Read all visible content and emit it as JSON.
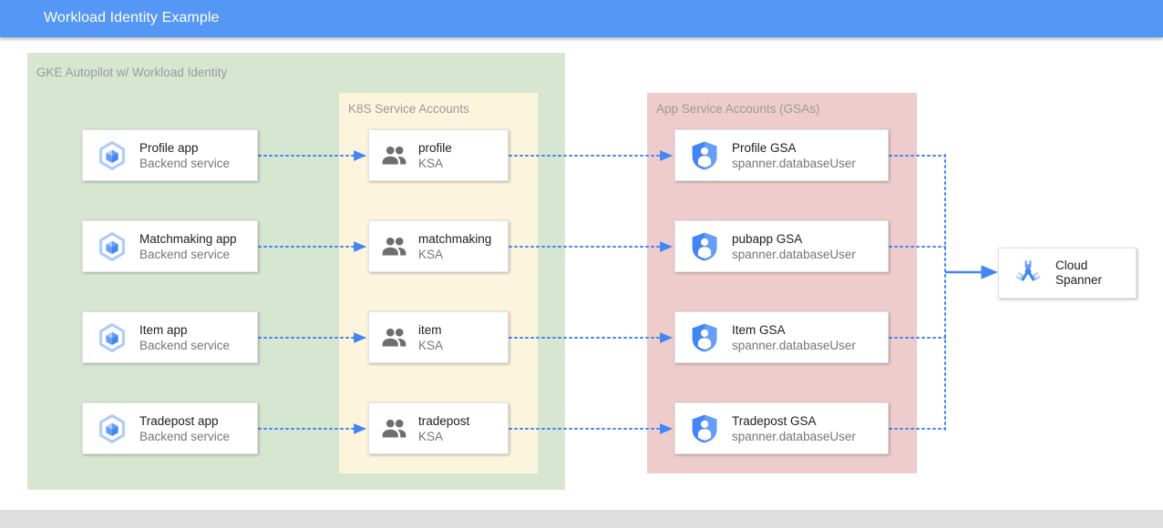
{
  "window": {
    "title": "Workload Identity Example",
    "titlebar_color": "#5597f4"
  },
  "zones": {
    "gke": {
      "label": "GKE Autopilot w/ Workload Identity",
      "color": "#d7e6d1"
    },
    "ksa": {
      "label": "K8S Service Accounts",
      "color": "#fcf4dd"
    },
    "gsa": {
      "label": "App Service Accounts (GSAs)",
      "color": "#eecccc"
    }
  },
  "apps": [
    {
      "title": "Profile app",
      "subtitle": "Backend service",
      "icon": "gke-container-icon"
    },
    {
      "title": "Matchmaking app",
      "subtitle": "Backend service",
      "icon": "gke-container-icon"
    },
    {
      "title": "Item app",
      "subtitle": "Backend service",
      "icon": "gke-container-icon"
    },
    {
      "title": "Tradepost app",
      "subtitle": "Backend service",
      "icon": "gke-container-icon"
    }
  ],
  "ksas": [
    {
      "title": "profile",
      "subtitle": "KSA",
      "icon": "people-group-icon"
    },
    {
      "title": "matchmaking",
      "subtitle": "KSA",
      "icon": "people-group-icon"
    },
    {
      "title": "item",
      "subtitle": "KSA",
      "icon": "people-group-icon"
    },
    {
      "title": "tradepost",
      "subtitle": "KSA",
      "icon": "people-group-icon"
    }
  ],
  "gsas": [
    {
      "title": "Profile GSA",
      "subtitle": "spanner.databaseUser",
      "icon": "shield-person-icon"
    },
    {
      "title": "pubapp GSA",
      "subtitle": "spanner.databaseUser",
      "icon": "shield-person-icon"
    },
    {
      "title": "Item GSA",
      "subtitle": "spanner.databaseUser",
      "icon": "shield-person-icon"
    },
    {
      "title": "Tradepost GSA",
      "subtitle": "spanner.databaseUser",
      "icon": "shield-person-icon"
    }
  ],
  "database": {
    "title_line1": "Cloud",
    "title_line2": "Spanner",
    "icon": "cloud-spanner-icon"
  },
  "colors": {
    "connector": "#4285f4",
    "card_bg": "#ffffff",
    "text_primary": "#212121",
    "text_secondary": "#767676",
    "zone_label": "#9a9a9a",
    "footer": "#dededf"
  }
}
